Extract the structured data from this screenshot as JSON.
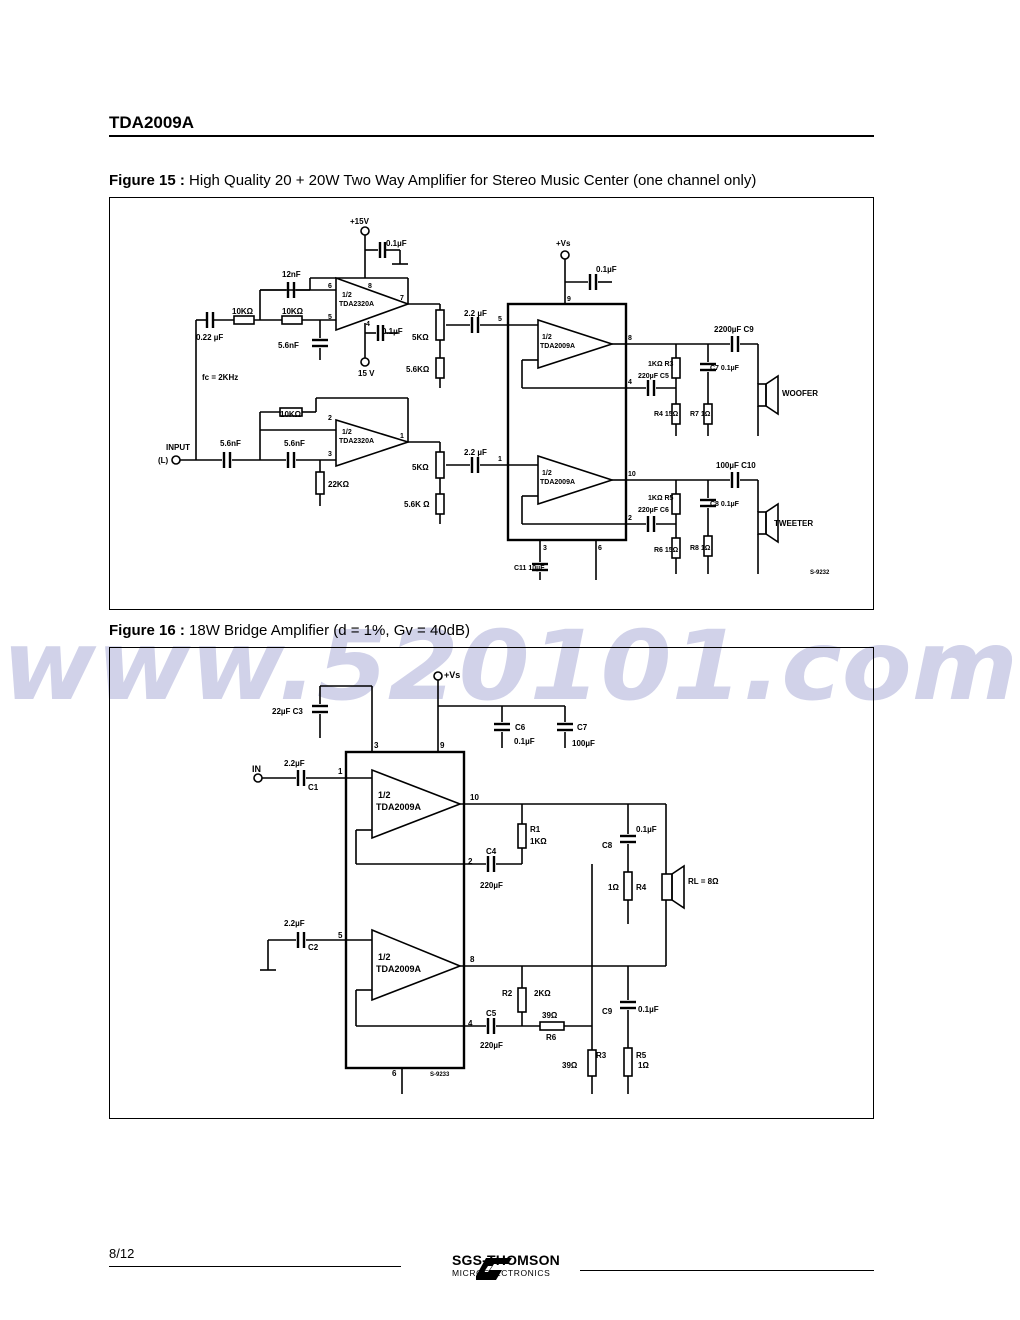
{
  "header": {
    "title": "TDA2009A"
  },
  "fig15": {
    "label": "Figure 15 :",
    "caption": "High Quality 20 + 20W Two Way Amplifier for Stereo Music Center (one channel only)",
    "labels": {
      "v15p": "+15V",
      "v15n": "15 V",
      "c01a": "0.1µF",
      "c01b": "0.1µF",
      "c01c": "0.1µF",
      "c12n": "12nF",
      "r10ka": "10KΩ",
      "r10kb": "10KΩ",
      "r10kc": "10KΩ",
      "c022": "0.22 µF",
      "c56a": "5.6nF",
      "c56b": "5.6nF",
      "c56c": "5.6nF",
      "half_a": "1/2",
      "tda2320a": "TDA2320A",
      "half_b": "1/2",
      "tda2320b": "TDA2320A",
      "pot5ka": "5KΩ",
      "r56a": "5.6KΩ",
      "pot5kb": "5KΩ",
      "r56b": "5.6K Ω",
      "r22k": "22KΩ",
      "fc": "fc = 2KHz",
      "input": "INPUT",
      "inputL": "(L)",
      "c22a": "2.2 µF",
      "c22b": "2.2 µF",
      "vs": "+Vs",
      "half_c": "1/2",
      "tda2009a": "TDA2009A",
      "half_d": "1/2",
      "tda2009b": "TDA2009A",
      "p9": "9",
      "p5": "5",
      "p1": "1",
      "p8": "8",
      "p4": "4",
      "p10": "10",
      "p2": "2",
      "p3": "3",
      "p6": "6",
      "pa6": "6",
      "pa8": "8",
      "pa7": "7",
      "pa5": "5",
      "pa4": "4",
      "pb2": "2",
      "pb1": "1",
      "pb3": "3",
      "r3": "1KΩ R3",
      "c5": "220µF C5",
      "r4": "R4 15Ω",
      "c7": "C7 0.1µF",
      "r7": "R7 1Ω",
      "c9": "2200µF C9",
      "woofer": "WOOFER",
      "r5": "1KΩ R5",
      "c6": "220µF C6",
      "r6": "R6 15Ω",
      "c8": "C8 0.1µF",
      "r8": "R8 1Ω",
      "c10": "100µF C10",
      "tweeter": "TWEETER",
      "c11": "C11 10µF",
      "code": "S-9232"
    }
  },
  "fig16": {
    "label": "Figure 16 :",
    "caption": "18W Bridge Amplifier (d = 1%, Gv = 40dB)",
    "labels": {
      "vs": "+Vs",
      "c3": "22µF C3",
      "c6": "C6",
      "c6v": "0.1µF",
      "c7": "C7",
      "c7v": "100µF",
      "in": "IN",
      "c1": "2.2µF",
      "c1n": "C1",
      "c2": "2.2µF",
      "c2n": "C2",
      "half_a": "1/2",
      "tda_a": "TDA2009A",
      "half_b": "1/2",
      "tda_b": "TDA2009A",
      "p3": "3",
      "p9": "9",
      "p1": "1",
      "p10": "10",
      "p2": "2",
      "p5": "5",
      "p8": "8",
      "p4": "4",
      "p6": "6",
      "r1": "R1",
      "r1v": "1KΩ",
      "c4": "C4",
      "c4v": "220µF",
      "c8": "C8",
      "c8v": "0.1µF",
      "r4": "R4",
      "r4v": "1Ω",
      "rl": "RL = 8Ω",
      "r2": "R2",
      "r2v": "2KΩ",
      "r6v": "39Ω",
      "r6": "R6",
      "c5": "C5",
      "c5v": "220µF",
      "c9": "C9",
      "c9v": "0.1µF",
      "r3": "R3",
      "r3v": "39Ω",
      "r5": "R5",
      "r5v": "1Ω",
      "code": "S-9233"
    }
  },
  "watermark": {
    "text": "www.520101.com"
  },
  "footer": {
    "page": "8/12",
    "brand": "SGS-THOMSON",
    "sub": "MICROELECTRONICS"
  }
}
